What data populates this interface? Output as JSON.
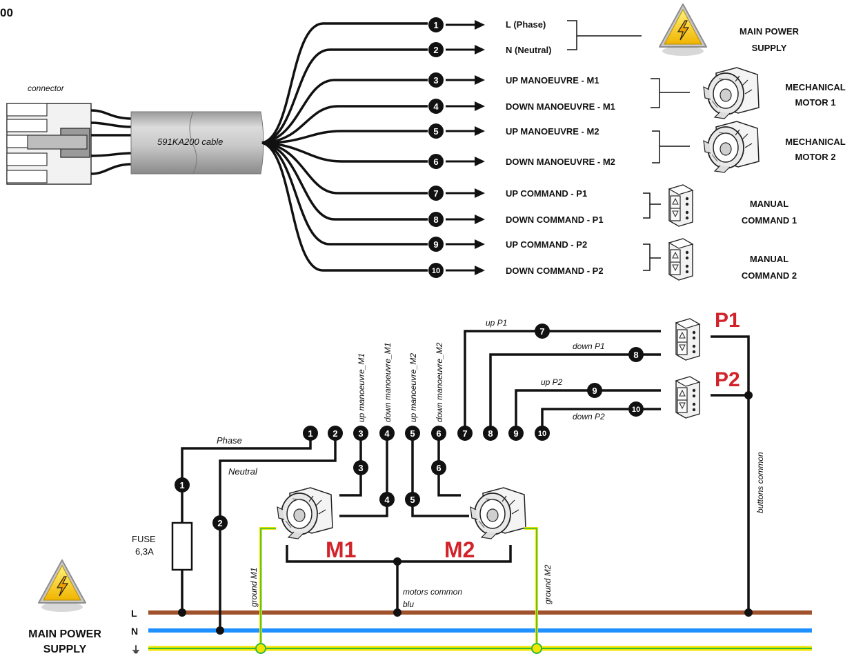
{
  "header": {
    "partial_title": "00"
  },
  "connector": {
    "label": "connector"
  },
  "cable": {
    "label": "591KA200 cable"
  },
  "wiring_table": [
    {
      "num": "1",
      "label": "L (Phase)"
    },
    {
      "num": "2",
      "label": "N (Neutral)"
    },
    {
      "num": "3",
      "label": "UP MANOEUVRE -  M1"
    },
    {
      "num": "4",
      "label": "DOWN MANOEUVRE -  M1"
    },
    {
      "num": "5",
      "label": "UP MANOEUVRE -  M2"
    },
    {
      "num": "6",
      "label": "DOWN MANOEUVRE -  M2"
    },
    {
      "num": "7",
      "label": "UP COMMAND - P1"
    },
    {
      "num": "8",
      "label": "DOWN COMMAND - P1"
    },
    {
      "num": "9",
      "label": "UP COMMAND - P2"
    },
    {
      "num": "10",
      "label": "DOWN COMMAND - P2"
    }
  ],
  "groups": {
    "main_power": {
      "line1": "MAIN POWER",
      "line2": "SUPPLY"
    },
    "motor1": {
      "line1": "MECHANICAL",
      "line2": "MOTOR 1"
    },
    "motor2": {
      "line1": "MECHANICAL",
      "line2": "MOTOR 2"
    },
    "manual1": {
      "line1": "MANUAL",
      "line2": "COMMAND 1"
    },
    "manual2": {
      "line1": "MANUAL",
      "line2": "COMMAND 2"
    }
  },
  "schematic": {
    "wire_labels": {
      "phase": "Phase",
      "neutral": "Neutral",
      "up_m1": "up manoeuvre_M1",
      "down_m1": "down manoeuvre_M1",
      "up_m2": "up manoeuvre_M2",
      "down_m2": "down manoeuvre_M2",
      "up_p1": "up P1",
      "down_p1": "down P1",
      "up_p2": "up P2",
      "down_p2": "down P2",
      "buttons_common": "buttons common",
      "motors_common": "motors common",
      "blu": "blu",
      "ground_m1": "ground M1",
      "ground_m2": "ground M2"
    },
    "fuse": {
      "line1": "FUSE",
      "line2": "6,3A"
    },
    "motor_labels": {
      "m1": "M1",
      "m2": "M2"
    },
    "button_labels": {
      "p1": "P1",
      "p2": "P2"
    },
    "bus_labels": {
      "l": "L",
      "n": "N",
      "ground": "⏚"
    },
    "main_power": {
      "line1": "MAIN POWER",
      "line2": "SUPPLY"
    }
  },
  "colors": {
    "line_L": "#a0522d",
    "line_N": "#1e90ff",
    "ground_green": "#2db83d",
    "ground_yellow": "#f2e600",
    "label_red": "#d2232a",
    "cable_gray": "#c8c8c8"
  },
  "icons": [
    "warning-lightning-icon",
    "gear-motor-icon",
    "push-button-icon"
  ]
}
